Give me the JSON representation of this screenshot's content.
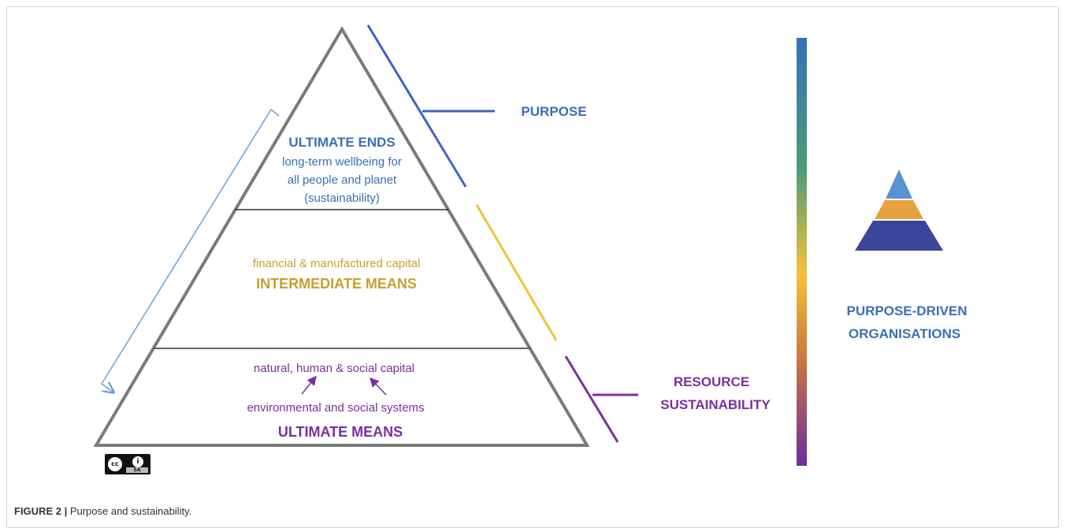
{
  "pyramid": {
    "top": {
      "heading": "ULTIMATE ENDS",
      "lines": [
        "long-term wellbeing for",
        "all people and planet",
        "(sustainability)"
      ]
    },
    "middle": {
      "subtitle": "financial & manufactured capital",
      "heading": "INTERMEDIATE MEANS"
    },
    "bottom": {
      "line1": "natural, human & social capital",
      "line2": "environmental and social systems",
      "heading": "ULTIMATE MEANS"
    }
  },
  "labels": {
    "purpose": "PURPOSE",
    "resource": [
      "RESOURCE",
      "SUSTAINABILITY"
    ],
    "organisations": [
      "PURPOSE-DRIVEN",
      "ORGANISATIONS"
    ]
  },
  "license_badge": {
    "cc": "cc",
    "by": "i",
    "sa": "SA"
  },
  "caption": {
    "figure": "FIGURE 2 |",
    "text": " Purpose and sustainability."
  },
  "colors": {
    "blue": "#3a6fb7",
    "gold": "#c8a02f",
    "purple": "#7b2fa0",
    "outline": "#7a7a7a"
  }
}
